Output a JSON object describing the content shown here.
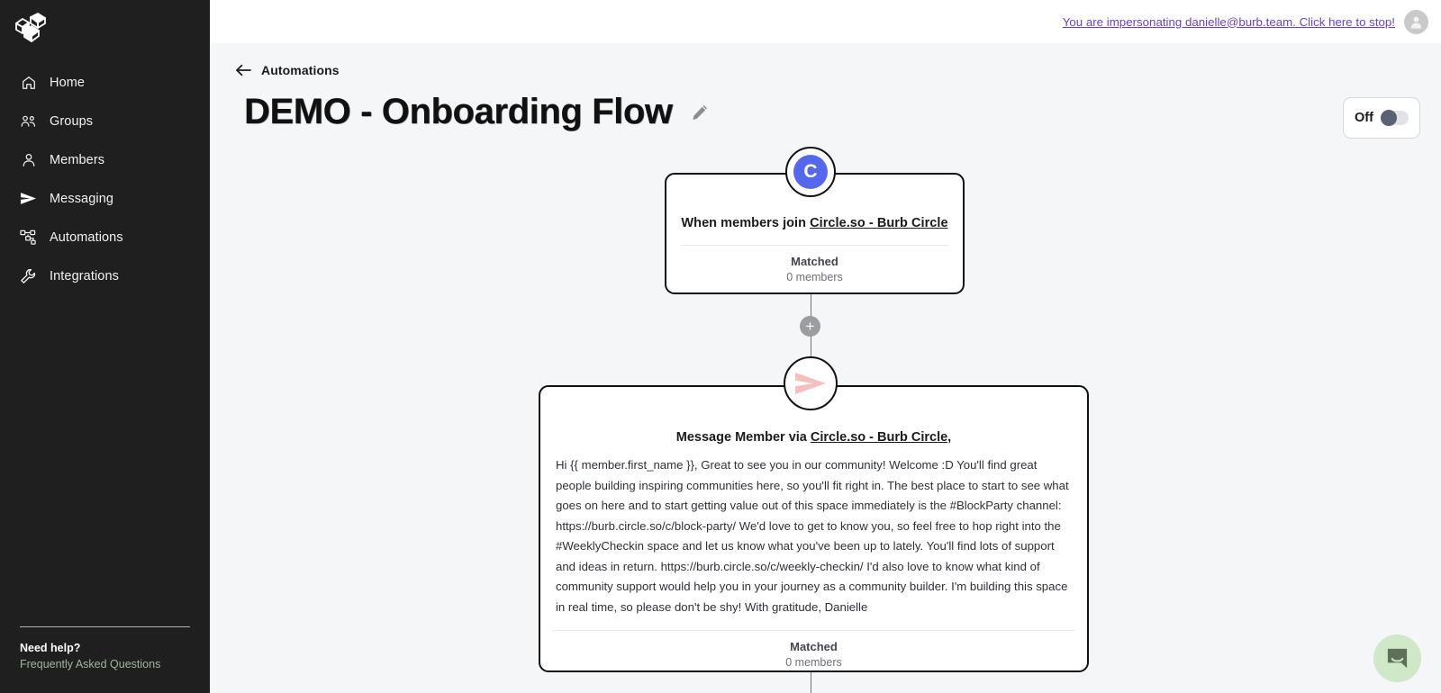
{
  "sidebar": {
    "logo_name": "burb-logo",
    "items": [
      {
        "label": "Home",
        "icon": "home-icon"
      },
      {
        "label": "Groups",
        "icon": "groups-icon"
      },
      {
        "label": "Members",
        "icon": "member-icon"
      },
      {
        "label": "Messaging",
        "icon": "send-icon"
      },
      {
        "label": "Automations",
        "icon": "automations-icon"
      },
      {
        "label": "Integrations",
        "icon": "wrench-icon"
      }
    ],
    "help": {
      "title": "Need help?",
      "link": "Frequently Asked Questions"
    }
  },
  "topbar": {
    "impersonation_notice": "You are impersonating danielle@burb.team. Click here to stop!",
    "avatar_icon": "user-avatar-icon",
    "link_color": "#6b3fd4"
  },
  "header": {
    "back_label": "Automations",
    "title": "DEMO - Onboarding Flow",
    "edit_icon": "pencil-icon"
  },
  "status_toggle": {
    "label": "Off",
    "state": "off",
    "knob_color": "#5b6273",
    "track_color": "#e2e3e8"
  },
  "flow": {
    "trigger": {
      "badge_letter": "C",
      "badge_color": "#5468ef",
      "headline_prefix": "When members join ",
      "headline_link": "Circle.so - Burb Circle",
      "matched_label": "Matched",
      "matched_count": "0 members"
    },
    "add_step_button": "+",
    "message": {
      "badge_icon": "send-icon",
      "badge_color": "#f7bcbc",
      "headline_prefix": "Message Member via ",
      "headline_link": "Circle.so - Burb Circle,",
      "body": "Hi {{ member.first_name }}, Great to see you in our community! Welcome :D You'll find great people building inspiring communities here, so you'll fit right in. The best place to start to see what goes on here and to start getting value out of this space immediately is the #BlockParty channel: https://burb.circle.so/c/block-party/ We'd love to get to know you, so feel free to hop right into the #WeeklyCheckin space and let us know what you've been up to lately. You'll find lots of support and ideas in return. https://burb.circle.so/c/weekly-checkin/ I'd also love to know what kind of community support would help you in your journey as a community builder. I'm building this space in real time, so please don't be shy! With gratitude, Danielle",
      "matched_label": "Matched",
      "matched_count": "0 members"
    }
  },
  "chat_widget": {
    "icon": "chat-bubble-icon",
    "bg_color": "#cfe8c8",
    "icon_color": "#5f7059"
  }
}
